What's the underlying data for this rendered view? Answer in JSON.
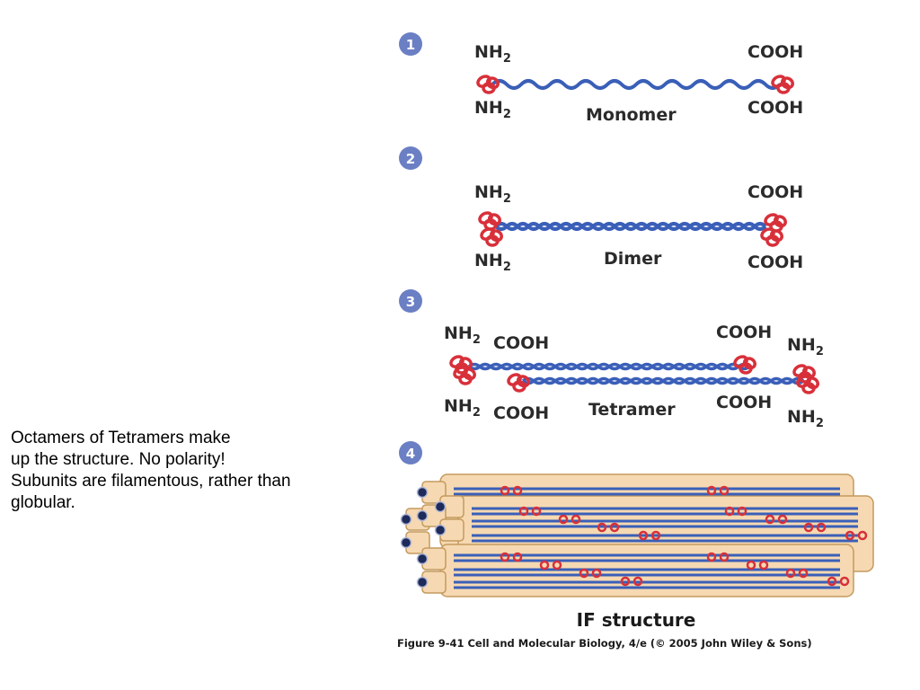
{
  "side_text": {
    "line1": "Octamers of Tetramers make",
    "line2": "up the structure.  No polarity!",
    "line3": "Subunits are filamentous, rather than",
    "line4": "globular."
  },
  "steps": {
    "s1": "1",
    "s2": "2",
    "s3": "3",
    "s4": "4"
  },
  "labels": {
    "nh": "NH",
    "two": "2",
    "cooh": "COOH",
    "monomer": "Monomer",
    "dimer": "Dimer",
    "tetramer": "Tetramer",
    "if_structure": "IF structure"
  },
  "figure_caption": "Figure 9-41  Cell and Molecular Biology, 4/e (© 2005 John Wiley & Sons)",
  "colors": {
    "step_circle": "#6b7fc4",
    "chain_blue": "#3a5fb8",
    "head_red": "#d8303a",
    "cylinder_fill": "#f6d9b2",
    "cylinder_stroke": "#c49a5e"
  }
}
